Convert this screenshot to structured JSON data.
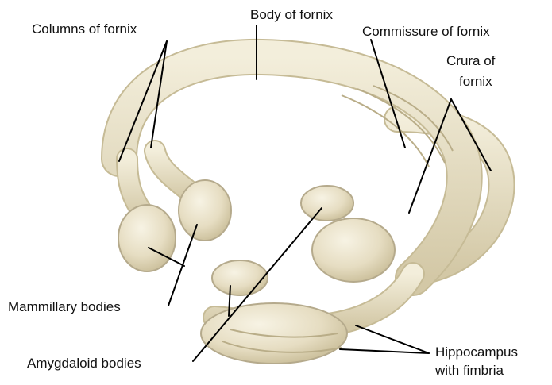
{
  "figure": {
    "labels": {
      "body_of_fornix": "Body of fornix",
      "columns_of_fornix": "Columns of fornix",
      "commissure_of_fornix": "Commissure of fornix",
      "crura_of_fornix_line1": "Crura of",
      "crura_of_fornix_line2": "fornix",
      "mammillary_bodies": "Mammillary bodies",
      "amygdaloid_bodies": "Amygdaloid bodies",
      "hippocampus_line1": "Hippocampus",
      "hippocampus_line2": "with fimbria"
    },
    "colors": {
      "structure_light": "#f4efdc",
      "structure_mid": "#e2d9bd",
      "structure_dark": "#c2b691",
      "leader_line": "#000000",
      "label_text": "#111111",
      "background": "#ffffff"
    }
  }
}
